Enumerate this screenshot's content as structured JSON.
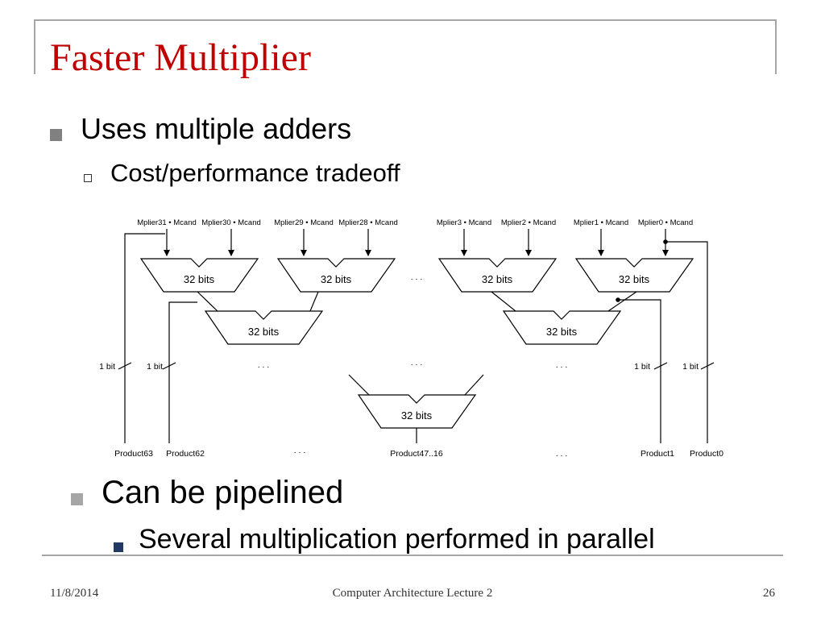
{
  "slide": {
    "title": "Faster Multiplier",
    "bullets": {
      "level1_a": "Uses multiple adders",
      "level2_a": "Cost/performance tradeoff",
      "level1_b": "Can be pipelined",
      "level2_b": "Several multiplication performed in parallel"
    }
  },
  "diagram": {
    "inputs": [
      "Mplier31 • Mcand",
      "Mplier30 • Mcand",
      "Mplier29 • Mcand",
      "Mplier28 • Mcand",
      "Mplier3 • Mcand",
      "Mplier2 • Mcand",
      "Mplier1 • Mcand",
      "Mplier0 • Mcand"
    ],
    "adder_label": "32 bits",
    "bit_label": "1 bit",
    "ellipsis": ". . .",
    "outputs": [
      "Product63",
      "Product62",
      "Product47..16",
      "Product1",
      "Product0"
    ]
  },
  "footer": {
    "date": "11/8/2014",
    "course": "Computer Architecture Lecture 2",
    "page": "26"
  },
  "colors": {
    "title": "#c00000",
    "frame": "#a6a6a6",
    "bullet_level1": "#808080",
    "bullet_blue": "#1f3864"
  }
}
